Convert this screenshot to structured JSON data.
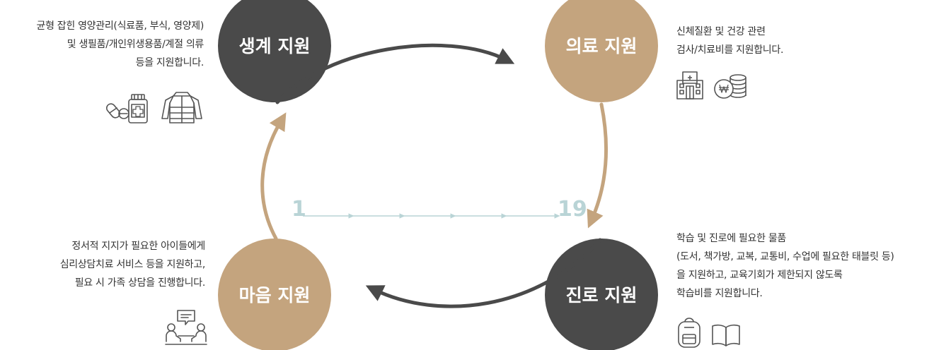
{
  "circles": {
    "living": {
      "label": "생계 지원",
      "color": "#4a4a4a"
    },
    "medical": {
      "label": "의료 지원",
      "color": "#c4a47e"
    },
    "career": {
      "label": "진로 지원",
      "color": "#4a4a4a"
    },
    "mind": {
      "label": "마음 지원",
      "color": "#c4a47e"
    }
  },
  "axis": {
    "start": "1",
    "end": "19",
    "color": "#b9d4d6"
  },
  "descriptions": {
    "living": [
      "균형 잡힌 영양관리(식료품, 부식, 영양제)",
      "및 생필품/개인위생용품/계절 의류",
      "등을 지원합니다."
    ],
    "medical": [
      "신체질환 및 건강 관련",
      "검사/치료비를 지원합니다."
    ],
    "mind": [
      "정서적 지지가 필요한 아이들에게",
      "심리상담치료 서비스 등을 지원하고,",
      "필요 시 가족 상담을 진행합니다."
    ],
    "career": [
      "학습 및 진로에 필요한 물품",
      "(도서, 책가방, 교복, 교통비, 수업에 필요한 태블릿 등)",
      "을 지원하고, 교육기회가 제한되지 않도록",
      "학습비를 지원합니다."
    ]
  },
  "icons": {
    "living": [
      "pill-icon",
      "medicine-bottle-icon",
      "padded-jacket-icon"
    ],
    "medical": [
      "hospital-icon",
      "won-coins-icon"
    ],
    "mind": [
      "counseling-chat-icon"
    ],
    "career": [
      "backpack-icon",
      "book-icon"
    ]
  }
}
